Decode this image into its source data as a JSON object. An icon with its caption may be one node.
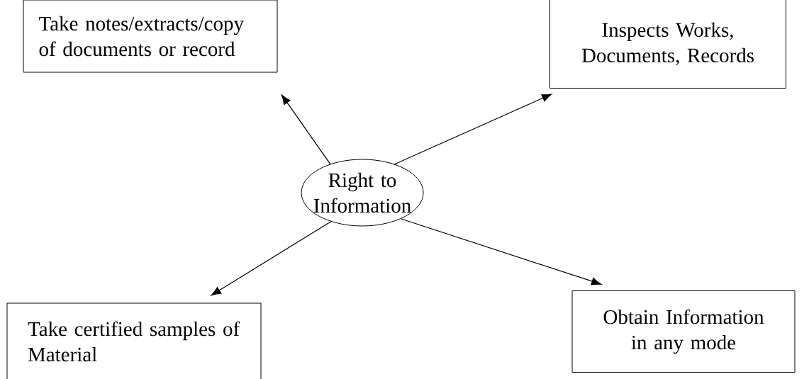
{
  "diagram": {
    "nodes": [
      {
        "text": [
          "Right to Information"
        ]
      },
      {
        "text": [
          "Take notes/extracts/copy of documents or record"
        ]
      },
      {
        "text": [
          "Inspects Works, Documents, Records"
        ]
      },
      {
        "text": [
          "Take certified samples of Material"
        ]
      },
      {
        "text": [
          "Obtain Information in any mode"
        ]
      }
    ],
    "edges": [
      {
        "from": 0,
        "to": 1,
        "arrow": "to"
      },
      {
        "from": 0,
        "to": 2,
        "arrow": "to"
      },
      {
        "from": 0,
        "to": 3,
        "arrow": "to"
      },
      {
        "from": 0,
        "to": 4,
        "arrow": "to"
      }
    ]
  }
}
